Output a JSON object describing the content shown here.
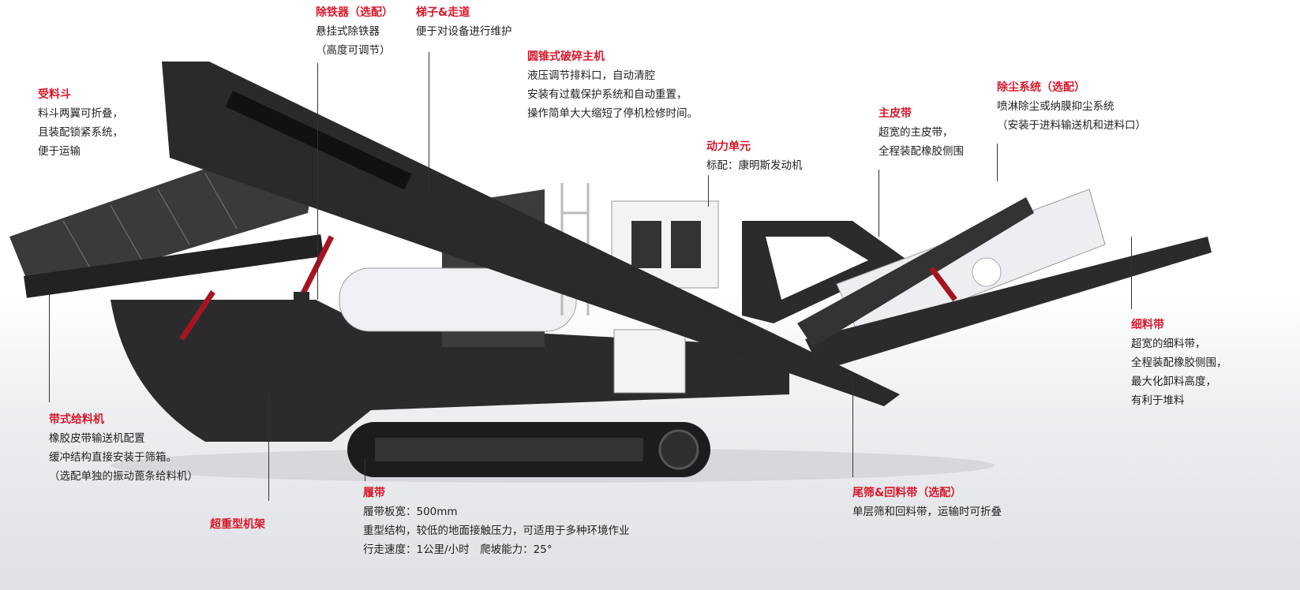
{
  "colors": {
    "title": "#d7182a",
    "body_text": "#222222",
    "machine": "#2b2b2d",
    "accent": "#b3182a"
  },
  "annotations": [
    {
      "id": "hopper",
      "title": "受料斗",
      "lines": [
        "料斗两翼可折叠，",
        "且装配锁紧系统，",
        "便于运输"
      ]
    },
    {
      "id": "iron-remover",
      "title": "除铁器（选配）",
      "lines": [
        "悬挂式除铁器",
        "（高度可调节）"
      ]
    },
    {
      "id": "ladder",
      "title": "梯子&走道",
      "lines": [
        "便于对设备进行维护"
      ]
    },
    {
      "id": "cone-crusher",
      "title": "圆锥式破碎主机",
      "lines": [
        "液压调节排料口，自动清腔",
        "安装有过载保护系统和自动重置，",
        "操作简单大大缩短了停机检修时间。"
      ]
    },
    {
      "id": "power-unit",
      "title": "动力单元",
      "lines": [
        "标配：康明斯发动机"
      ]
    },
    {
      "id": "main-belt",
      "title": "主皮带",
      "lines": [
        "超宽的主皮带，",
        "全程装配橡胶侧围"
      ]
    },
    {
      "id": "dust-system",
      "title": "除尘系统（选配）",
      "lines": [
        "喷淋除尘或纳膜抑尘系统",
        "（安装于进料输送机和进料口）"
      ]
    },
    {
      "id": "fines-belt",
      "title": "细料带",
      "lines": [
        "超宽的细料带，",
        "全程装配橡胶侧围，",
        "最大化卸料高度，",
        "有利于堆料"
      ]
    },
    {
      "id": "belt-feeder",
      "title": "带式给料机",
      "lines": [
        "橡胶皮带输送机配置",
        "缓冲结构直接安装于筛箱。",
        "（选配单独的振动蓖条给料机）"
      ]
    },
    {
      "id": "frame",
      "title": "超重型机架",
      "lines": []
    },
    {
      "id": "crawler",
      "title": "履带",
      "lines": [
        "履带板宽：500mm",
        "重型结构，较低的地面接触压力，可适用于多种环境作业",
        "行走速度：1公里/小时　爬坡能力：25°"
      ]
    },
    {
      "id": "tail-screen",
      "title": "尾筛&回料带（选配）",
      "lines": [
        "单层筛和回料带，运输时可折叠"
      ]
    }
  ]
}
